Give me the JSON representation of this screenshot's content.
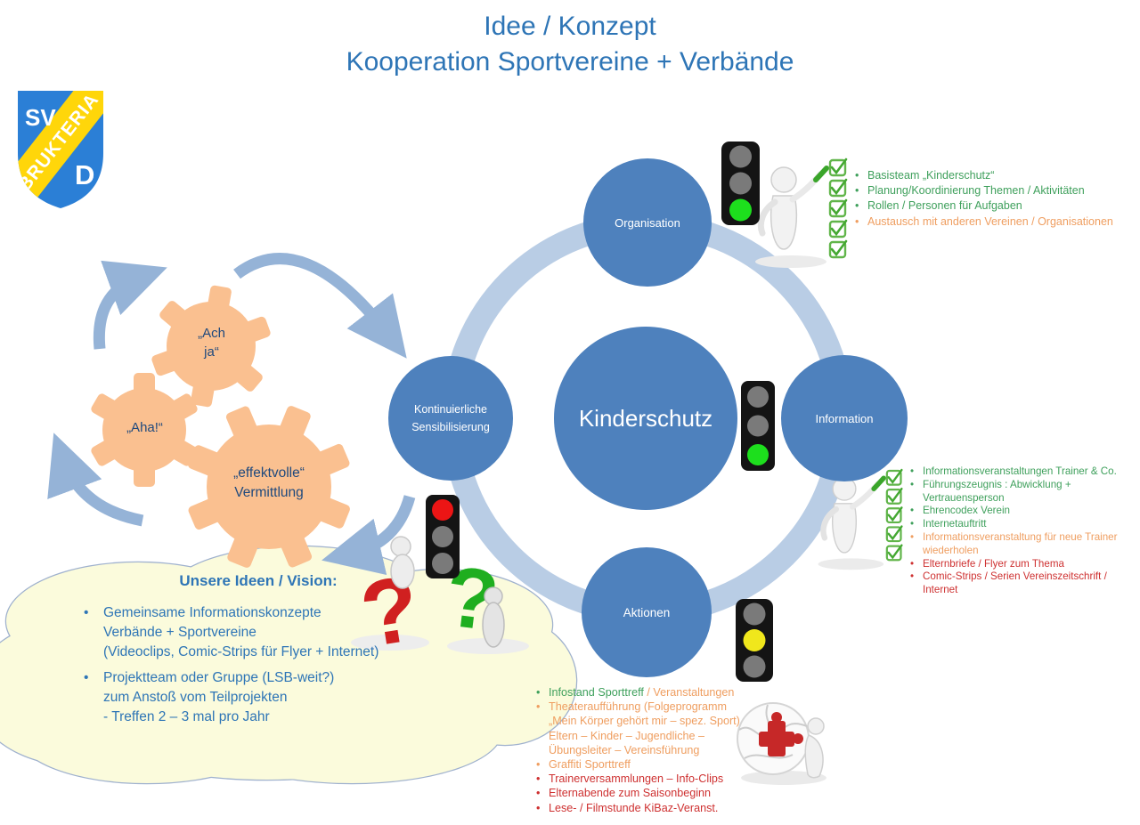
{
  "title": {
    "line1": "Idee / Konzept",
    "line2": "Kooperation Sportvereine + Verbände"
  },
  "logo": {
    "sv": "SV",
    "band": "BRUKTERIA",
    "d": "D"
  },
  "diagram": {
    "center": "Kinderschutz",
    "nodes": {
      "top": "Organisation",
      "right": "Information",
      "bottom": "Aktionen",
      "left": "Kontinuierliche\nSensibilisierung"
    }
  },
  "gears": {
    "gear1": "„Ach\nja“",
    "gear2": "„Aha!“",
    "gear3": "„effektvolle“\nVermittlung"
  },
  "figures": {
    "question_red": "?",
    "question_green": "?"
  },
  "traffic_lights": {
    "organisation": [
      "#7a7a7a",
      "#7a7a7a",
      "#1ddf1d"
    ],
    "kinderschutz": [
      "#7a7a7a",
      "#7a7a7a",
      "#1ddf1d"
    ],
    "aktionen": [
      "#7a7a7a",
      "#f0e71c",
      "#7a7a7a"
    ],
    "sensibilisierung": [
      "#ec1515",
      "#7a7a7a",
      "#7a7a7a"
    ]
  },
  "cloud": {
    "title": "Unsere Ideen / Vision:",
    "items": [
      {
        "text": "Gemeinsame  Informationskonzepte\nVerbände  + Sportvereine\n(Videoclips, Comic-Strips für Flyer + Internet)"
      },
      {
        "text": "Projektteam oder Gruppe (LSB-weit?)\nzum Anstoß vom Teilprojekten\n- Treffen 2 – 3 mal pro Jahr"
      }
    ]
  },
  "lists": {
    "organisation": {
      "items": [
        {
          "text": "Basisteam „Kinderschutz“",
          "cls": "green"
        },
        {
          "text": "Planung/Koordinierung  Themen / Aktivitäten",
          "cls": "green"
        },
        {
          "text": "Rollen / Personen für Aufgaben",
          "cls": "green"
        },
        {
          "text": "Austausch mit anderen Vereinen / Organisationen",
          "cls": "orange"
        }
      ]
    },
    "information": {
      "items": [
        {
          "text": "Informationsveranstaltungen Trainer & Co.",
          "cls": "green"
        },
        {
          "text": "Führungszeugnis : Abwicklung +\nVertrauensperson",
          "cls": "green"
        },
        {
          "text": "Ehrencodex Verein",
          "cls": "green"
        },
        {
          "text": "Internetauftritt",
          "cls": "green"
        },
        {
          "text": "Informationsveranstaltung für neue Trainer\nwiederholen",
          "cls": "orange"
        },
        {
          "text": "Elternbriefe / Flyer zum Thema",
          "cls": "red"
        },
        {
          "text": "Comic-Strips / Serien Vereinszeitschrift /\nInternet",
          "cls": "red"
        }
      ]
    },
    "aktionen": {
      "items": [
        {
          "cls": "green",
          "segments": [
            {
              "text": "Infostand  Sporttreff ",
              "cls": "green"
            },
            {
              "text": "/ Veranstaltungen",
              "cls": "orange"
            }
          ]
        },
        {
          "text": "Theateraufführung (Folgeprogramm\n„Mein Körper gehört mir – spez. Sport)\nEltern – Kinder – Jugendliche –\nÜbungsleiter – Vereinsführung",
          "cls": "orange"
        },
        {
          "text": "Graffiti  Sporttreff",
          "cls": "orange"
        },
        {
          "text": "Trainerversammlungen – Info-Clips",
          "cls": "red"
        },
        {
          "text": "Elternabende zum Saisonbeginn",
          "cls": "red"
        },
        {
          "text": "Lese- / Filmstunde KiBaz-Veranst.",
          "cls": "red"
        }
      ]
    }
  },
  "colors": {
    "accent_blue": "#4E81BD",
    "title_blue": "#2E75B6",
    "ring": "#B9CDE5",
    "arrow": "#95B3D7",
    "gear": "#FAC090",
    "gear_text": "#1F497D",
    "cloud_fill": "#FBFBDC",
    "cloud_border": "#9FB1CE",
    "status_green": "#3FA05C",
    "status_orange": "#EF9E60",
    "status_red": "#CE3131",
    "light_green": "#1ddf1d",
    "light_yellow": "#f0e71c",
    "light_red": "#ec1515",
    "logo_blue": "#2B7FD6",
    "logo_yellow": "#FFD60A"
  }
}
